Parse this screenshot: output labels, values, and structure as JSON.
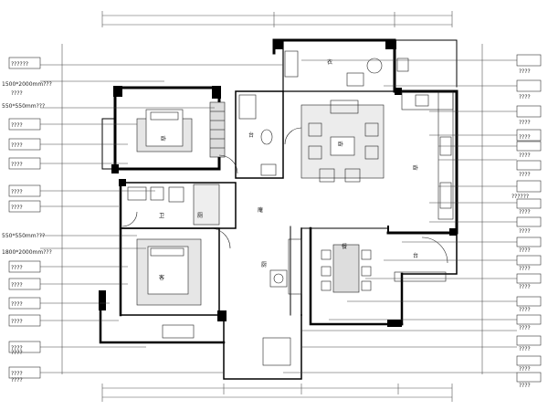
{
  "plan": {
    "left_dimension_notes": [
      "1500*2000mm???",
      "550*550mm???",
      "550*550mm???",
      "1800*2000mm???"
    ],
    "room_labels": [
      "衣",
      "卧",
      "台",
      "卧",
      "卧",
      "卫",
      "厕",
      "庵",
      "客",
      "厨",
      "餐",
      "台"
    ]
  },
  "left_callouts": [
    "??????",
    "????",
    "????",
    "????",
    "????",
    "????",
    "????",
    "????",
    "????",
    "????",
    "????",
    "????",
    "????",
    "????",
    "????"
  ],
  "right_callouts": [
    "????",
    "????",
    "????",
    "????",
    "????",
    "????",
    "??????",
    "????",
    "????",
    "????",
    "????",
    "????",
    "????",
    "????",
    "????",
    "????",
    "????"
  ]
}
